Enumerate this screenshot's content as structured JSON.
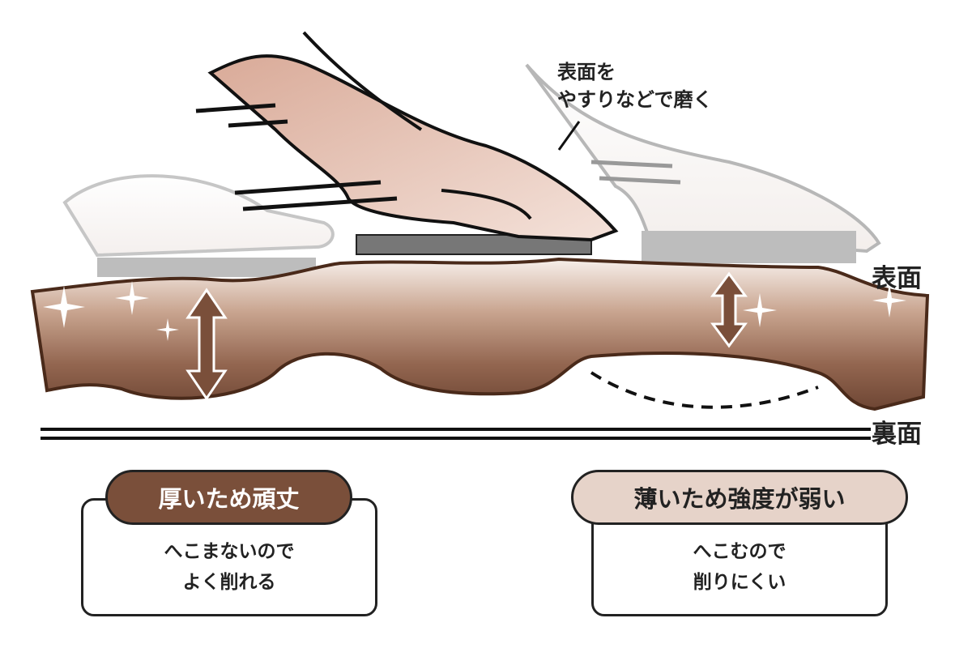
{
  "callout": "表面を\nやすりなどで磨く",
  "labels": {
    "top_surface": "表面",
    "bottom_surface": "裏面"
  },
  "left": {
    "title": "厚いため頑丈",
    "body": "へこまないので\nよく削れる",
    "color": "#7a4f3a"
  },
  "right": {
    "title": "薄いため強度が弱い",
    "body": "へこむので\n削りにくい",
    "color": "#e6d3c9"
  }
}
